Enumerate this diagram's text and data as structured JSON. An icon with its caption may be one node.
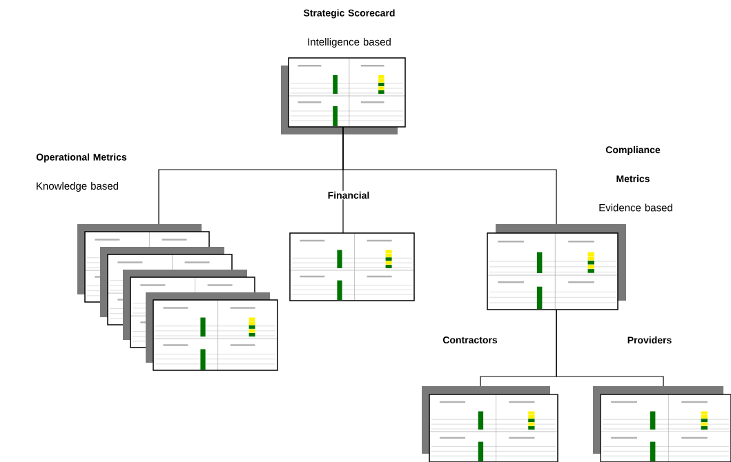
{
  "diagram": {
    "nodes": [
      {
        "text": [],
        "shape": "picture",
        "beside": [
          "Strategic Scorecard",
          "Intelligence based"
        ]
      },
      {
        "text": [],
        "shape": "picture",
        "beside": [
          "Operational Metrics",
          "Knowledge based"
        ]
      },
      {
        "text": [],
        "shape": "picture",
        "beside": [
          "Financial"
        ]
      },
      {
        "text": [],
        "shape": "picture",
        "beside": [
          "Compliance Metrics",
          "Evidence based"
        ]
      },
      {
        "text": [],
        "shape": "picture"
      },
      {
        "text": [],
        "shape": "picture"
      }
    ],
    "edges": [
      {
        "from": 0,
        "to": 1,
        "arrow": "none"
      },
      {
        "from": 0,
        "to": 2,
        "arrow": "none"
      },
      {
        "from": 0,
        "to": 3,
        "arrow": "none"
      },
      {
        "from": 3,
        "to": 4,
        "arrow": "none"
      },
      {
        "from": 3,
        "to": 5,
        "arrow": "none"
      }
    ],
    "labels": [
      "Contractors",
      "Providers"
    ]
  }
}
